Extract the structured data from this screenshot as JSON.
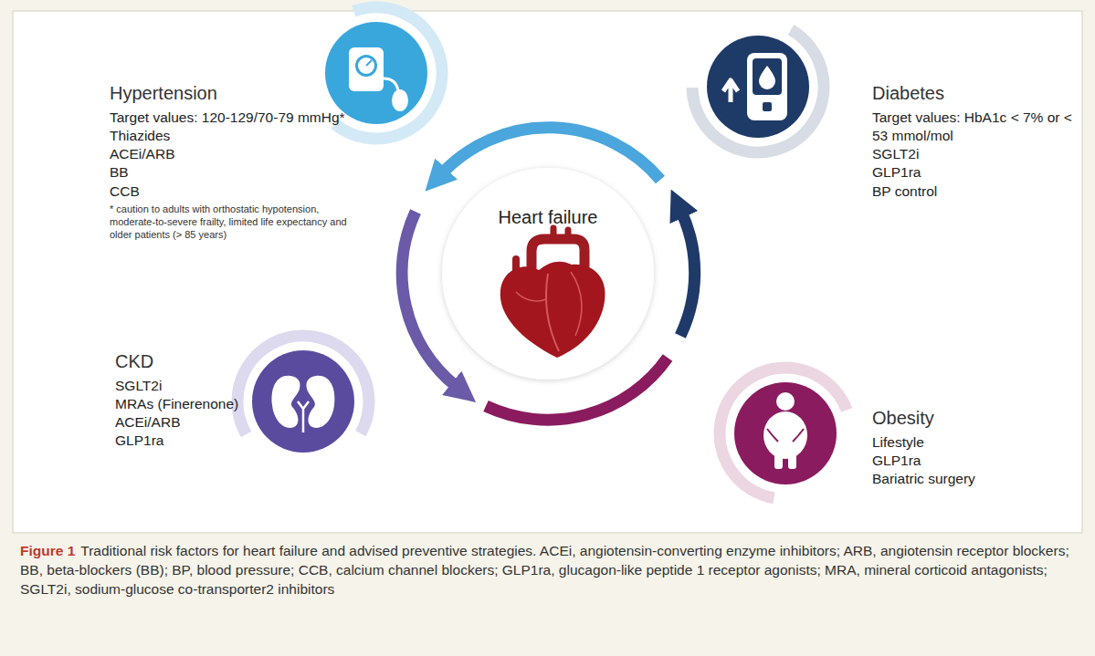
{
  "diagram": {
    "caption": "Traditional risk factors for heart failure and advised preventive strategies. ACEi, angiotensin-converting enzyme inhibitors; ARB, angiotensin receptor blockers; BB, beta-blockers (BB); BP, blood pressure; CCB, calcium channel blockers; GLP1ra, glucagon-like peptide 1 receptor agonists; MRA, mineral corticoid antagonists; SGLT2i, sodium-glucose co-transporter2 inhibitors",
    "nodes": [
      {
        "text": [
          "Hypertension",
          "Target values: 120-129/70-79 mmHg*",
          "Thiazides",
          "ACEi/ARB",
          "BB",
          "CCB",
          "* caution to adults with orthostatic hypotension, moderate-to-severe frailty, limited life expectancy and older patients (> 85 years)"
        ]
      },
      {
        "text": [
          "Diabetes",
          "Target values: HbA1c < 7% or < 53 mmol/mol",
          "SGLT2i",
          "GLP1ra",
          "BP control"
        ]
      },
      {
        "text": [
          "Heart failure"
        ]
      },
      {
        "text": [
          "CKD",
          "SGLT2i",
          "MRAs (Finerenone)",
          "ACEi/ARB",
          "GLP1ra"
        ]
      },
      {
        "text": [
          "Obesity",
          "Lifestyle",
          "GLP1ra",
          "Bariatric surgery"
        ]
      }
    ],
    "labels": [
      "Figure 1"
    ]
  }
}
